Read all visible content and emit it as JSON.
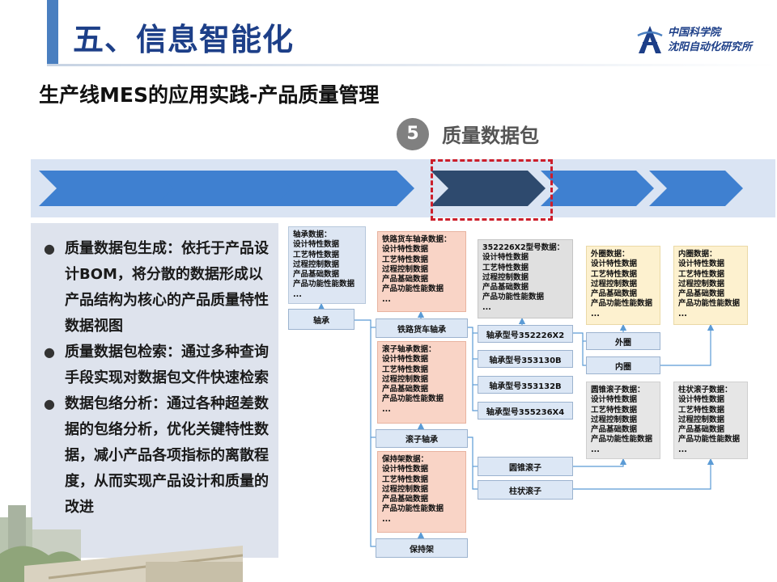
{
  "header": {
    "title": "五、信息智能化",
    "logo_line1": "中国科学院",
    "logo_line2": "沈阳自动化研究所"
  },
  "subtitle": "生产线MES的应用实践-产品质量管理",
  "step": {
    "number": "5",
    "label": "质量数据包"
  },
  "bullets": [
    "质量数据包生成：依托于产品设计BOM，将分散的数据形成以产品结构为核心的产品质量特性数据视图",
    "质量数据包检索：通过多种查询手段实现对数据包文件快速检索",
    "数据包络分析：通过各种超差数据的包络分析，优化关键特性数据，减小产品各项指标的离散程度，从而实现产品设计和质量的改进"
  ],
  "nodes": {
    "bearing": "轴承",
    "railway_bearing": "铁路货车轴承",
    "roller_bearing": "滚子轴承",
    "cage": "保持架",
    "model_1": "轴承型号352226X2",
    "model_2": "轴承型号353130B",
    "model_3": "轴承型号353132B",
    "model_4": "轴承型号355236X4",
    "outer_ring": "外圈",
    "inner_ring": "内圈",
    "tapered_roller": "圆锥滚子",
    "cylindrical_roller": "柱状滚子"
  },
  "data_boxes": {
    "bearing_data": [
      "轴承数据：",
      "设计特性数据",
      "工艺特性数据",
      "过程控制数据",
      "产品基础数据",
      "产品功能性能数据",
      "..."
    ],
    "railway_data": [
      "铁路货车轴承数据：",
      "设计特性数据",
      "工艺特性数据",
      "过程控制数据",
      "产品基础数据",
      "产品功能性能数据",
      "..."
    ],
    "model_data": [
      "352226X2型号数据：",
      "设计特性数据",
      "工艺特性数据",
      "过程控制数据",
      "产品基础数据",
      "产品功能性能数据",
      "..."
    ],
    "outer_data": [
      "外圈数据：",
      "设计特性数据",
      "工艺特性数据",
      "过程控制数据",
      "产品基础数据",
      "产品功能性能数据",
      "..."
    ],
    "inner_data": [
      "内圈数据：",
      "设计特性数据",
      "工艺特性数据",
      "过程控制数据",
      "产品基础数据",
      "产品功能性能数据",
      "..."
    ],
    "roller_data": [
      "滚子轴承数据：",
      "设计特性数据",
      "工艺特性数据",
      "过程控制数据",
      "产品基础数据",
      "产品功能性能数据",
      "..."
    ],
    "tapered_data": [
      "圆锥滚子数据：",
      "设计特性数据",
      "工艺特性数据",
      "过程控制数据",
      "产品基础数据",
      "产品功能性能数据",
      "..."
    ],
    "cylindrical_data": [
      "柱状滚子数据：",
      "设计特性数据",
      "工艺特性数据",
      "过程控制数据",
      "产品基础数据",
      "产品功能性能数据",
      "..."
    ],
    "cage_data": [
      "保持架数据：",
      "设计特性数据",
      "工艺特性数据",
      "过程控制数据",
      "产品基础数据",
      "产品功能性能数据",
      "..."
    ]
  },
  "colors": {
    "title_blue": "#1d3f88",
    "chevron_blue": "#3f80d0",
    "chevron_dark": "#2e4a6e",
    "highlight_red": "#cc1e2b",
    "connector": "#5b9bd5"
  }
}
